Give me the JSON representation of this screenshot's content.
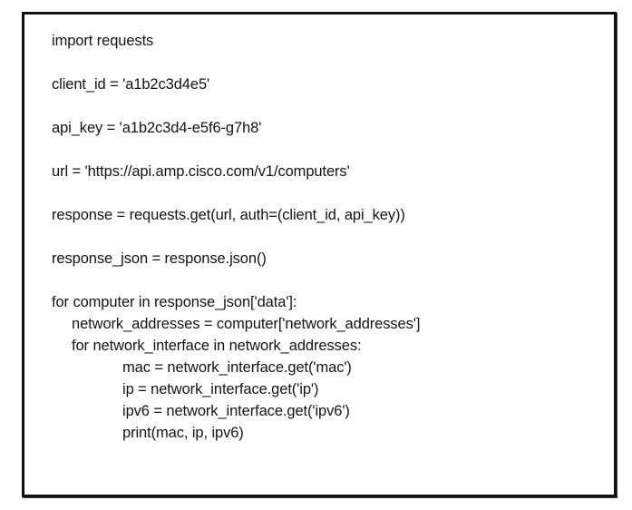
{
  "document": {
    "kind": "code-snippet-image",
    "language": "python",
    "background_color": "#ffffff",
    "frame_border_color": "#111111",
    "text_color": "#141414"
  },
  "code": {
    "lines": [
      {
        "text": "import requests",
        "indent": 0,
        "blank_after": true
      },
      {
        "text": "client_id = 'a1b2c3d4e5'",
        "indent": 0,
        "blank_after": true
      },
      {
        "text": "api_key = 'a1b2c3d4-e5f6-g7h8'",
        "indent": 0,
        "blank_after": true
      },
      {
        "text": "url = 'https://api.amp.cisco.com/v1/computers'",
        "indent": 0,
        "blank_after": true
      },
      {
        "text": "response = requests.get(url, auth=(client_id, api_key))",
        "indent": 0,
        "blank_after": true
      },
      {
        "text": "response_json = response.json()",
        "indent": 0,
        "blank_after": true
      },
      {
        "text": "for computer in response_json['data']:",
        "indent": 0,
        "blank_after": false
      },
      {
        "text": "network_addresses = computer['network_addresses']",
        "indent": 1,
        "blank_after": false
      },
      {
        "text": "for network_interface in network_addresses:",
        "indent": 1,
        "blank_after": false
      },
      {
        "text": "mac = network_interface.get('mac')",
        "indent": 2,
        "blank_after": false
      },
      {
        "text": "ip = network_interface.get('ip')",
        "indent": 2,
        "blank_after": false
      },
      {
        "text": "ipv6 = network_interface.get('ipv6')",
        "indent": 2,
        "blank_after": false
      },
      {
        "text": "print(mac, ip, ipv6)",
        "indent": 2,
        "blank_after": false
      }
    ]
  }
}
